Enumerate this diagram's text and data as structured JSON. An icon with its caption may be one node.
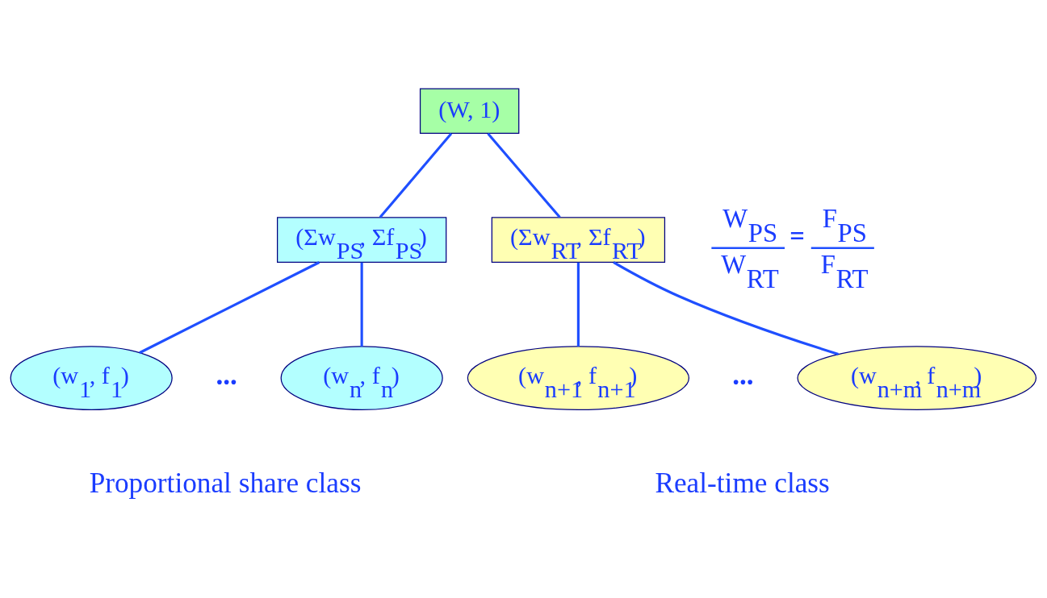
{
  "diagram": {
    "nodes": [
      {
        "text": [
          "(W, 1)"
        ]
      },
      {
        "text": [
          "(Σw$_{PS}$, Σf$_{PS}$)"
        ]
      },
      {
        "text": [
          "(Σw$_{RT}$, Σf$_{RT}$)"
        ]
      },
      {
        "text": [
          "(w$_{1}$, f$_{1}$)"
        ]
      },
      {
        "text": [
          "(w$_{n}$, f$_{n}$)"
        ]
      },
      {
        "text": [
          "(w$_{n+1}$, f$_{n+1}$)"
        ]
      },
      {
        "text": [
          "(w$_{n+m}$, f$_{n+m}$)"
        ]
      }
    ],
    "edges": [
      {
        "from": 0,
        "to": 1,
        "arrow": "none"
      },
      {
        "from": 0,
        "to": 2,
        "arrow": "none"
      },
      {
        "from": 1,
        "to": 3,
        "arrow": "none"
      },
      {
        "from": 1,
        "to": 4,
        "arrow": "none"
      },
      {
        "from": 2,
        "to": 5,
        "arrow": "none"
      },
      {
        "from": 2,
        "to": 6,
        "arrow": "none"
      }
    ],
    "labels": [
      "W$_{PS}$",
      "=",
      "F$_{PS}$",
      "W$_{RT}$",
      "F$_{RT}$",
      "...",
      "...",
      "Proportional share class",
      "Real-time class"
    ]
  }
}
